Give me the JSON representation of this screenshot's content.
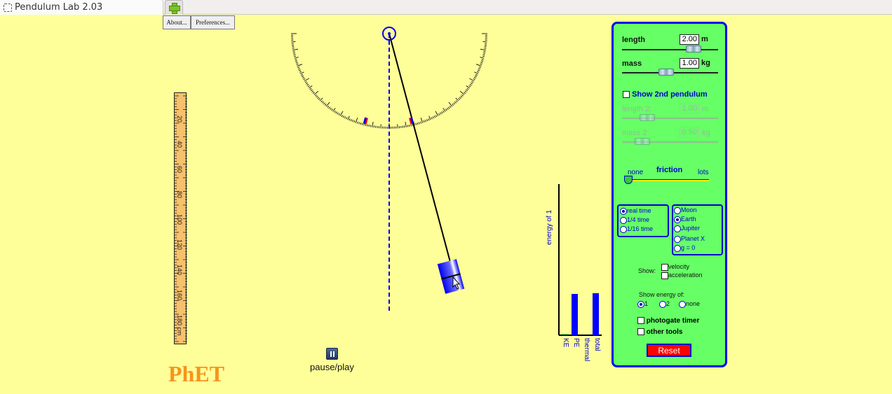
{
  "window": {
    "tab_title": "Pendulum Lab 2.03",
    "add_tab_icon": "plus-icon"
  },
  "menu": {
    "about_label": "About...",
    "preferences_label": "Preferences..."
  },
  "ruler": {
    "labels": [
      "20",
      "40",
      "60",
      "80",
      "100",
      "120",
      "140",
      "160",
      "180 cm"
    ]
  },
  "logo": "PhET",
  "playback": {
    "pause_icon": "pause-icon",
    "label": "pause/play"
  },
  "energy_chart": {
    "ylabel": "energy of 1",
    "bars": [
      {
        "label": "KE",
        "value": 0
      },
      {
        "label": "PE",
        "value": 60
      },
      {
        "label": "thermal",
        "value": 0
      },
      {
        "label": "total",
        "value": 61
      }
    ],
    "bar_color": "#0000ff"
  },
  "controls": {
    "length": {
      "label": "length",
      "value": "2.00",
      "unit": "m"
    },
    "mass": {
      "label": "mass",
      "value": "1.00",
      "unit": "kg"
    },
    "second_pendulum": {
      "label": "Show 2nd pendulum",
      "checked": false
    },
    "length2": {
      "label": "length 2:",
      "value": "1.00",
      "unit": "m"
    },
    "mass2": {
      "label": "mass 2:",
      "value": "0.50",
      "unit": "kg"
    },
    "friction": {
      "title": "friction",
      "min_label": "none",
      "max_label": "lots"
    },
    "time_options": [
      "real time",
      "1/4 time",
      "1/16 time"
    ],
    "time_selected": "real time",
    "gravity_options": [
      "Moon",
      "Earth",
      "Jupiter",
      "Planet X",
      "g = 0"
    ],
    "gravity_selected": "Earth",
    "show_label": "Show:",
    "show_options": [
      "velocity",
      "acceleration"
    ],
    "energy_of_label": "Show energy of:",
    "energy_options": [
      "1",
      "2",
      "none"
    ],
    "energy_selected": "1",
    "photogate_label": "photogate timer",
    "other_tools_label": "other tools",
    "reset_label": "Reset"
  },
  "colors": {
    "background": "#ffff99",
    "panel": "#66ff66",
    "panel_border": "#0000ee",
    "accent_blue": "#0000cc",
    "reset": "#ff0000",
    "logo": "#f7941d"
  }
}
